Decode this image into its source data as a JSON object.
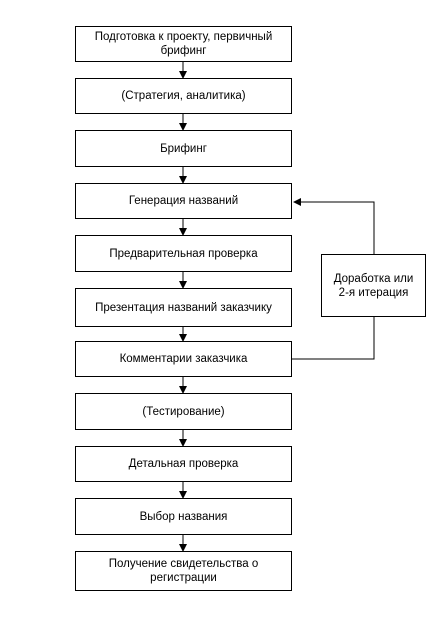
{
  "steps": [
    {
      "label": "Подготовка к проекту, первичный брифинг"
    },
    {
      "label": "(Стратегия, аналитика)"
    },
    {
      "label": "Брифинг"
    },
    {
      "label": "Генерация названий"
    },
    {
      "label": "Предварительная проверка"
    },
    {
      "label": "Презентация названий заказчику"
    },
    {
      "label": "Комментарии заказчика"
    },
    {
      "label": "(Тестирование)"
    },
    {
      "label": "Детальная проверка"
    },
    {
      "label": "Выбор названия"
    },
    {
      "label": "Получение свидетельства о регистрации"
    }
  ],
  "feedback_box": {
    "label": "Доработка или 2-я итерация"
  }
}
